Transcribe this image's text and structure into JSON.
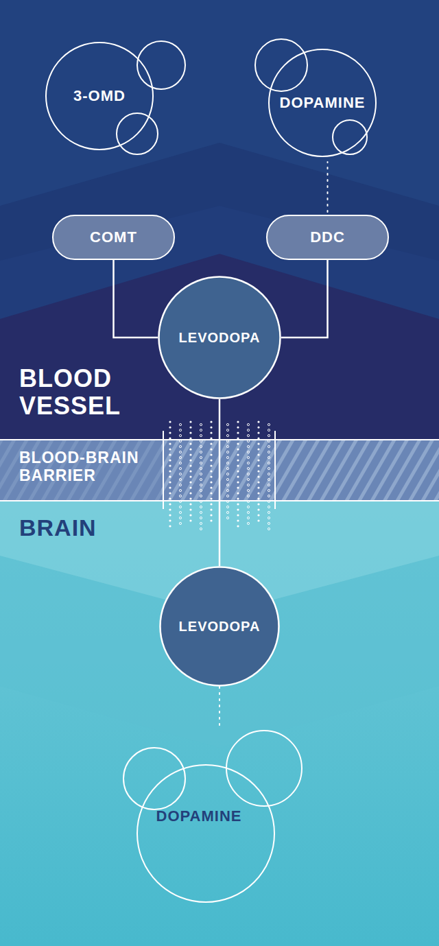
{
  "diagram": {
    "nodes": [
      {
        "text": [
          "3-OMD"
        ]
      },
      {
        "text": [
          "DOPAMINE"
        ]
      },
      {
        "text": [
          "COMT"
        ]
      },
      {
        "text": [
          "DDC"
        ]
      },
      {
        "text": [
          "LEVODOPA"
        ]
      },
      {
        "text": [
          "LEVODOPA"
        ]
      },
      {
        "text": [
          "DOPAMINE"
        ]
      }
    ],
    "edges": [
      {
        "from": 4,
        "to": 2,
        "arrow": "none"
      },
      {
        "from": 4,
        "to": 3,
        "arrow": "none"
      },
      {
        "from": 3,
        "to": 1,
        "arrow": "none"
      },
      {
        "from": 4,
        "to": 5,
        "arrow": "none"
      },
      {
        "from": 5,
        "to": 6,
        "arrow": "none"
      }
    ],
    "labels": [
      "BLOOD VESSEL",
      "BLOOD-BRAIN BARRIER",
      "BRAIN"
    ]
  }
}
